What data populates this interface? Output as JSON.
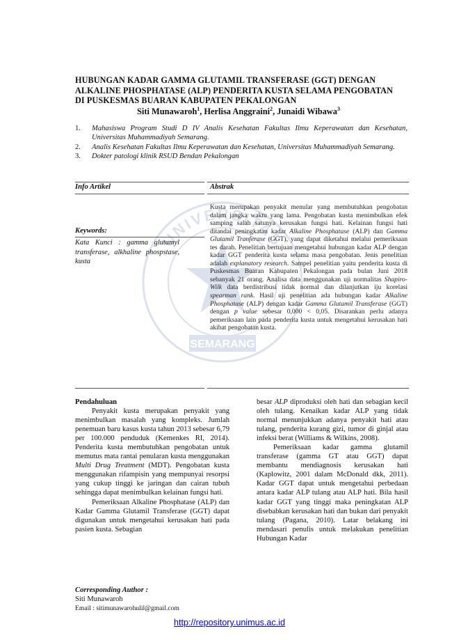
{
  "title": "HUBUNGAN KADAR GAMMA GLUTAMIL TRANSFERASE (GGT) DENGAN ALKALINE PHOSPHATASE (ALP) PENDERITA KUSTA SELAMA PENGOBATAN DI PUSKESMAS BUARAN KABUPATEN PEKALONGAN",
  "authors": [
    {
      "name": "Siti Munawaroh",
      "sup": "1"
    },
    {
      "name": "Herlisa Anggraini",
      "sup": "2"
    },
    {
      "name": "Junaidi Wibawa",
      "sup": "3"
    }
  ],
  "affiliations": [
    {
      "num": "1.",
      "text": "Mahasiswa Program Studi D IV Analis Kesehatan Fakultas Ilmu Keperawatan dan Kesehatan, Universitas Muhammadiyah Semarang."
    },
    {
      "num": "2.",
      "text": "Analis Kesehatan Fakultas Ilmu Keperawatan dan Kesehatan, Universitas Muhammadiyah Semarang."
    },
    {
      "num": "3.",
      "text": "Dokter patologi klinik RSUD Bendan Pekalongan"
    }
  ],
  "info_heading": "Info Artikel",
  "abstract_heading": "Abstrak",
  "keywords_heading": "Keywords:",
  "keywords_text": "Kata Kunci : gamma glutamyl transferase, alkhaline phospstase, kusta",
  "abstract_parts": [
    {
      "t": "Kusta merupakan penyakit menular yang membutuhkan pengobatan dalam jangka waktu yang lama. Pengobatan kusta menimbulkan efek samping salah satunya kerusakan fungsi hati. Kelainan fungsi hati ditandai peningkatan kadar ",
      "i": false
    },
    {
      "t": "Alkaline Phosphatase",
      "i": true
    },
    {
      "t": " (ALP) dan ",
      "i": false
    },
    {
      "t": "Gamma Glutamil Tranferase",
      "i": true
    },
    {
      "t": " (GGT), yang dapat diketahui melalui pemeriksaan tes darah. Penelitian bertujuan mengetahui hubungan kadar ALP dengan kadar GGT penderita kusta selama masa pengobatan. Jenis penelitian adalah ",
      "i": false
    },
    {
      "t": "explanatory research",
      "i": true
    },
    {
      "t": ". Sampel penelitian yaitu penderita kusta di Puskesmas Buaran Kabupaten Pekalongan pada bulan Juni 2018 sebanyak 21 orang. Analisa data menggunakan uji normalitas ",
      "i": false
    },
    {
      "t": "Shapiro-Wilk",
      "i": true
    },
    {
      "t": " data berdistribusi tidak normal dan dilanjutkan iju korelasi ",
      "i": false
    },
    {
      "t": "spearman rank",
      "i": true
    },
    {
      "t": ". Hasil uji penelitian ada hubungan kadar ",
      "i": false
    },
    {
      "t": "Alkaline Phosphatase",
      "i": true
    },
    {
      "t": " (ALP) dengan kadar ",
      "i": false
    },
    {
      "t": "Gamma Glutamil Transferase",
      "i": true
    },
    {
      "t": " (GGT) dengan ",
      "i": false
    },
    {
      "t": "p value",
      "i": true
    },
    {
      "t": " sebesar 0,000 < 0,05. Disarankan perlu adanya pemeriksaan lain pada penderita kusta untuk mengetahui kerusakan hati akibat pengobatan kusta.",
      "i": false
    }
  ],
  "intro_heading": "Pendahuluan",
  "left_paragraphs": [
    [
      {
        "t": "Penyakit kusta merupakan penyakit yang menimbulkan masalah yang kompleks. Jumlah penemuan baru kasus kusta tahun 2013 sebesar 6,79 per 100.000 penduduk (Kemenkes RI, 2014). Penderita kusta membutuhkan pengobatan untuk memutus mata rantai penularan kusta menggunakan ",
        "i": false
      },
      {
        "t": "Multi Drug Treatment",
        "i": true
      },
      {
        "t": " (MDT). Pengobatan kusta menggunakan rifampisin yang mempunyai resorpsi yang cukup tinggi ke jaringan dan cairan tubuh sehingga dapat menimbulkan kelainan fungsi hati.",
        "i": false
      }
    ],
    [
      {
        "t": "Pemeriksaan Alkaline Phosphatase (ALP) dan Kadar Gamma Glutamil Transferase (GGT) dapat digunakan untuk mengetahui kerusakan hati pada pasien kusta. Sebagian",
        "i": false
      }
    ]
  ],
  "right_paragraphs": [
    [
      {
        "t": "besar ",
        "i": false
      },
      {
        "t": "ALP",
        "i": true
      },
      {
        "t": " diproduksi oleh hati dan sebagian kecil oleh tulang. Kenaikan kadar ALP yang tidak normal menunjukkan adanya penyakit hati atau tulang, penderita kurang gizi, tumor di ginjal atau infeksi berat (Williams & Wilkins, 2008).",
        "i": false
      }
    ],
    [
      {
        "t": "Pemeriksaan kadar gamma glutamil transferase (gamma GT atau GGT) dapat membantu mendiagnosis kerusakan hati (Kaplowitz, 2001 dalam McDonald dkk, 2011). Kadar GGT dapat untuk mengetahui perbedaan antara kadar ALP tulang atau ALP hati. Bila hasil kadar GGT yang tinggi maka peningkatan ALP disebabkan kerusakan hati dan bukan dari penyakit tulang (Pagana, 2010). Latar belakang ini mendasari penulis untuk melakukan penelitian Hubungan Kadar",
        "i": false
      }
    ]
  ],
  "correspondence": {
    "heading": "Corresponding Author :",
    "name": "Siti Munawaroh",
    "email": "Email : sitimunawarohulil@gmail.com"
  },
  "repository_link": "http://repository.unimus.ac.id",
  "watermark_text": "UNIVERSITAS MUHAMMADIYAH SEMARANG"
}
